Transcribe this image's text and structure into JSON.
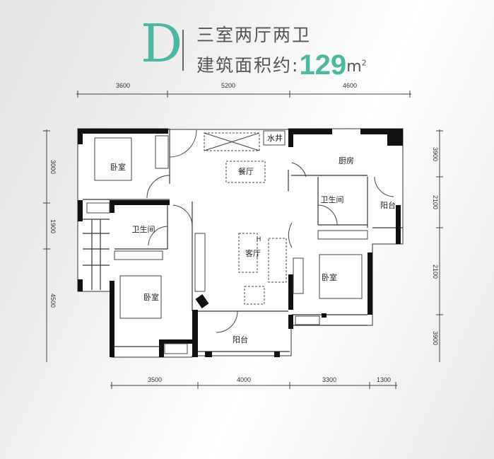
{
  "header": {
    "type_letter": "D",
    "layout": "三室两厅两卫",
    "area_label": "建筑面积约:",
    "area_value": "129",
    "area_unit": "m",
    "area_unit_sup": "2"
  },
  "colors": {
    "accent": "#4db8a2",
    "wall": "#111111",
    "text": "#555555"
  },
  "dimensions": {
    "top": [
      "3600",
      "5200",
      "4600"
    ],
    "bottom": [
      "3500",
      "4000",
      "3300",
      "1300"
    ],
    "left": [
      "3000",
      "1900",
      "4500"
    ],
    "right": [
      "3900",
      "2100",
      "2100",
      "3900"
    ]
  },
  "rooms": {
    "bedroom_top_left": "卧室",
    "dining": "餐厅",
    "water_shaft": "水井",
    "kitchen": "厨房",
    "bathroom_right": "卫生间",
    "balcony_right": "阳台",
    "bathroom_left": "卫生间",
    "living": "客厅",
    "living_mark": "H",
    "bedroom_bottom_left": "卧室",
    "bedroom_right": "卧室",
    "balcony_bottom": "阳台"
  }
}
